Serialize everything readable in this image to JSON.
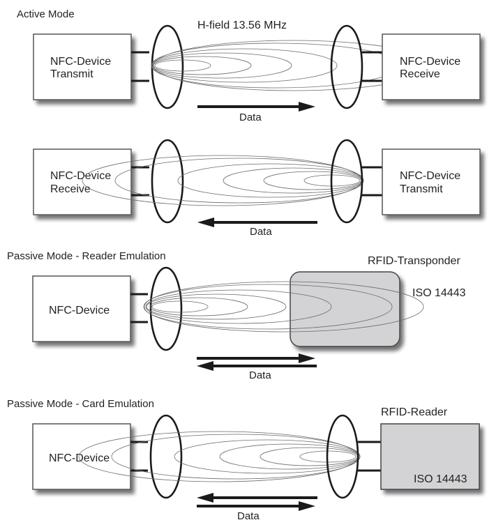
{
  "diagram": {
    "panels": [
      {
        "id": "active-1",
        "title": "Active Mode",
        "field_label": "H-field 13.56 MHz",
        "left_device": {
          "lines": [
            "NFC-Device",
            "Transmit"
          ],
          "style": "white"
        },
        "right_device": {
          "lines": [
            "NFC-Device",
            "Receive"
          ],
          "style": "white"
        },
        "data_label": "Data",
        "data_direction": "left-to-right",
        "field_source": "left"
      },
      {
        "id": "active-2",
        "title": "",
        "left_device": {
          "lines": [
            "NFC-Device",
            "Receive"
          ],
          "style": "white"
        },
        "right_device": {
          "lines": [
            "NFC-Device",
            "Transmit"
          ],
          "style": "white"
        },
        "data_label": "Data",
        "data_direction": "right-to-left",
        "field_source": "right"
      },
      {
        "id": "reader-emulation",
        "title": "Passive Mode - Reader Emulation",
        "left_device": {
          "lines": [
            "NFC-Device"
          ],
          "style": "white"
        },
        "right_device": {
          "title": "RFID-Transponder",
          "standard": "ISO 14443",
          "style": "gray-rounded"
        },
        "data_label": "Data",
        "data_direction": "bidirectional",
        "field_source": "left"
      },
      {
        "id": "card-emulation",
        "title": "Passive Mode - Card Emulation",
        "left_device": {
          "lines": [
            "NFC-Device"
          ],
          "style": "white"
        },
        "right_device": {
          "title": "RFID-Reader",
          "standard": "ISO 14443",
          "style": "gray"
        },
        "data_label": "Data",
        "data_direction": "bidirectional",
        "field_source": "right"
      }
    ]
  }
}
